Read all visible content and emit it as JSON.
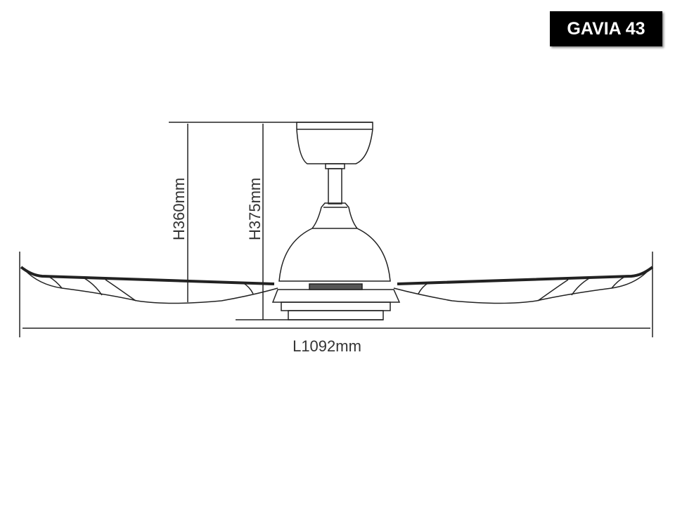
{
  "title": "GAVIA 43",
  "dimensions": {
    "height_blade": "H360mm",
    "height_total": "H375mm",
    "length": "L1092mm"
  }
}
